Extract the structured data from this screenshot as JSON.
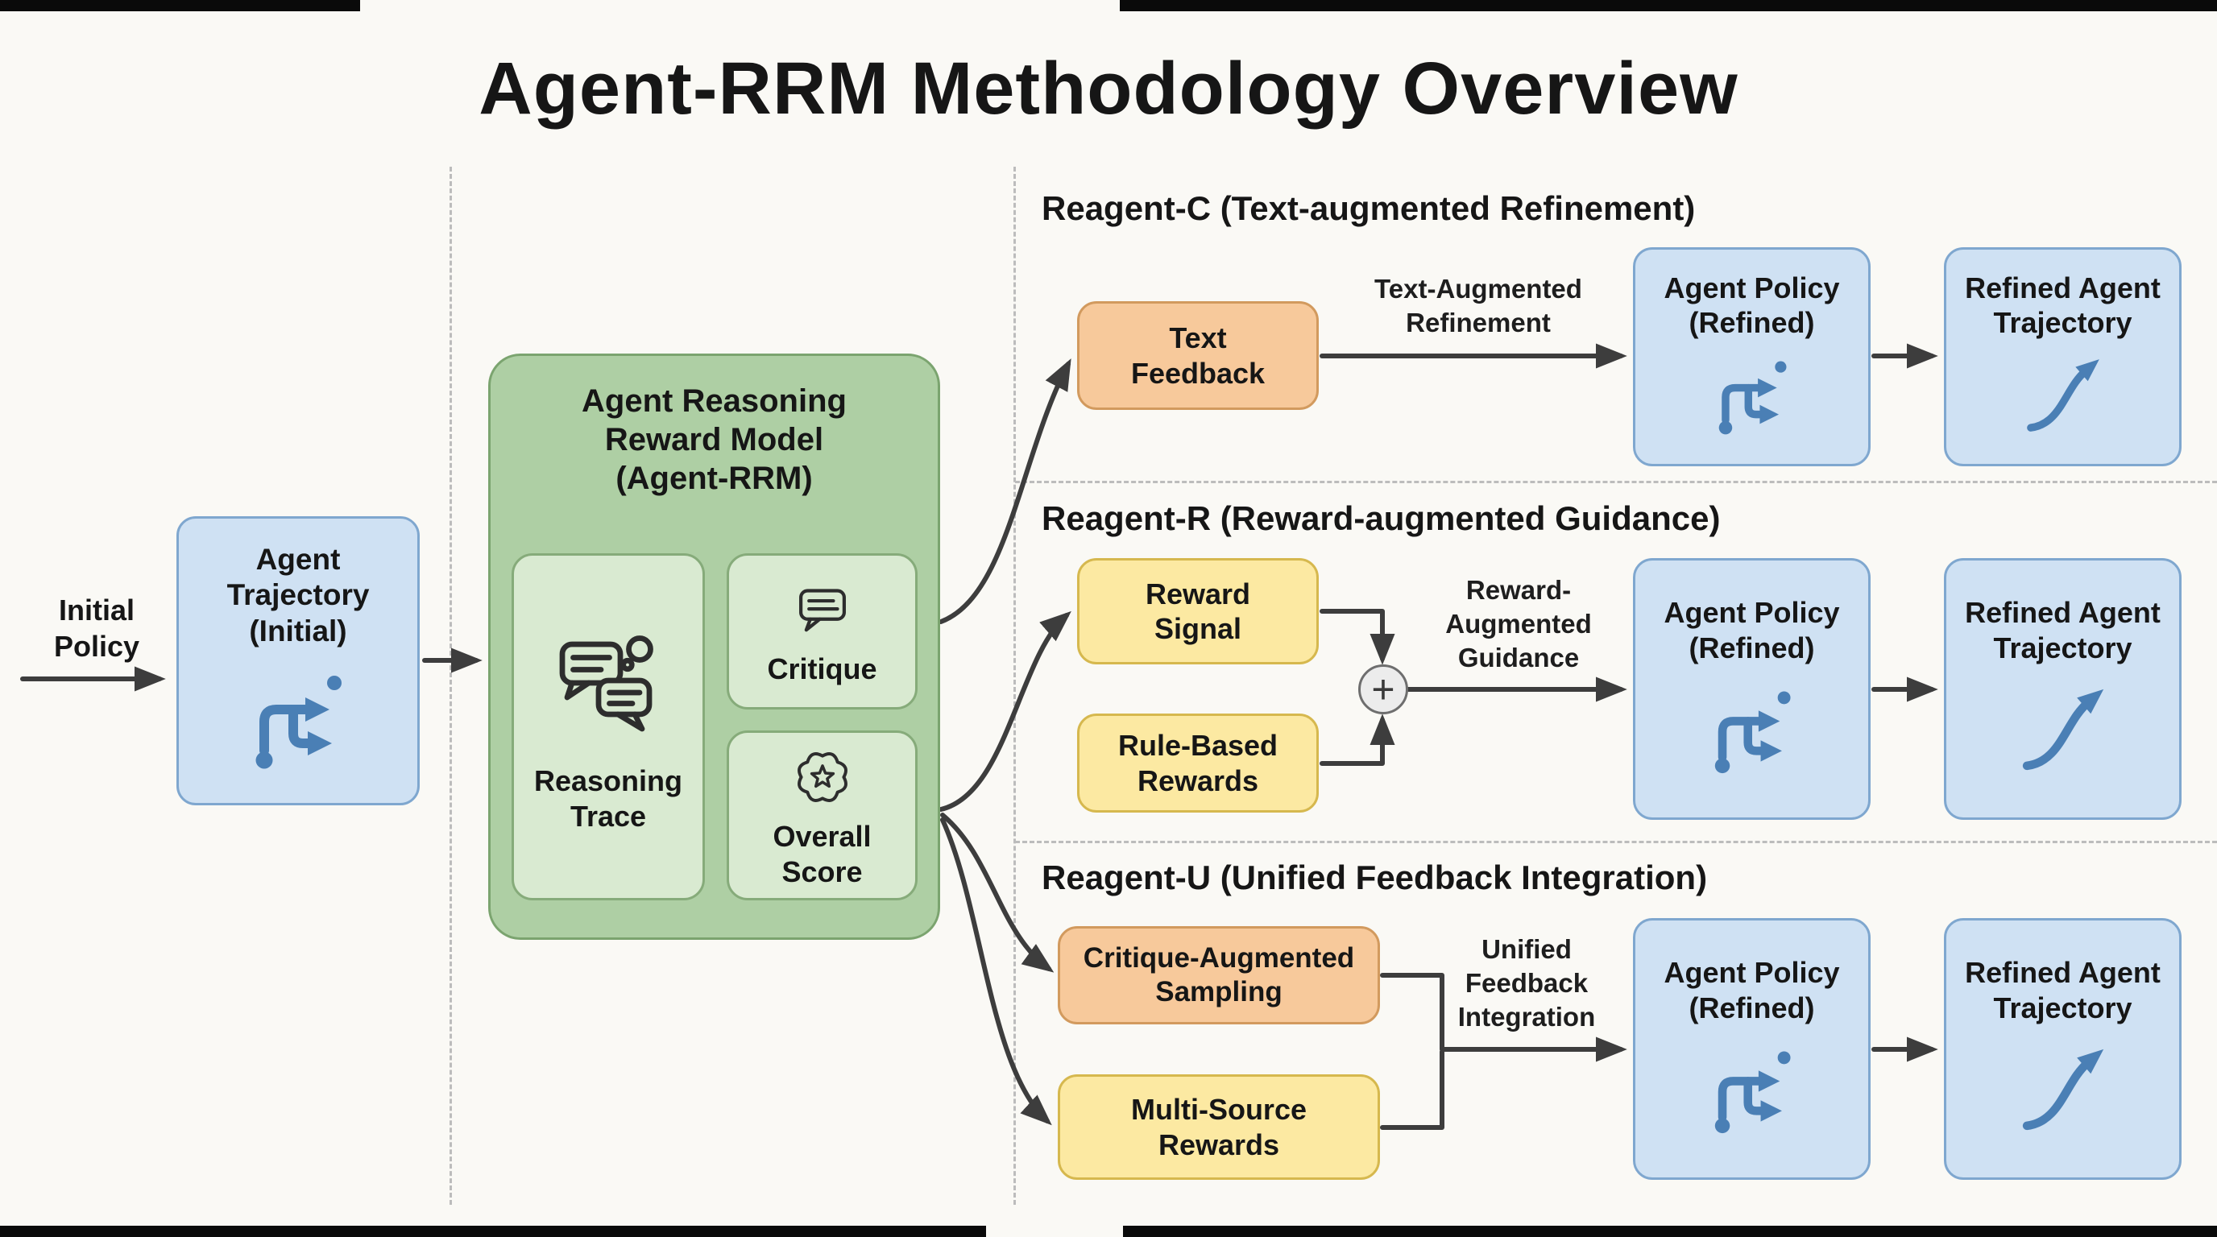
{
  "title": "Agent-RRM Methodology Overview",
  "left_flow": {
    "initial_policy": "Initial\nPolicy",
    "agent_trajectory": "Agent\nTrajectory\n(Initial)"
  },
  "rrm": {
    "title": "Agent Reasoning\nReward Model\n(Agent-RRM)",
    "reasoning_trace": "Reasoning\nTrace",
    "critique": "Critique",
    "overall_score": "Overall\nScore"
  },
  "branch_c": {
    "header": "Reagent-C (Text-augmented Refinement)",
    "source": "Text\nFeedback",
    "arrow_label": "Text-Augmented\nRefinement",
    "policy": "Agent Policy\n(Refined)",
    "trajectory": "Refined Agent\nTrajectory"
  },
  "branch_r": {
    "header": "Reagent-R (Reward-augmented Guidance)",
    "source_top": "Reward\nSignal",
    "source_bottom": "Rule-Based\nRewards",
    "combiner": "+",
    "arrow_label": "Reward-\nAugmented\nGuidance",
    "policy": "Agent Policy\n(Refined)",
    "trajectory": "Refined Agent\nTrajectory"
  },
  "branch_u": {
    "header": "Reagent-U (Unified Feedback Integration)",
    "source_top": "Critique-Augmented\nSampling",
    "source_bottom": "Multi-Source\nRewards",
    "arrow_label": "Unified\nFeedback\nIntegration",
    "policy": "Agent Policy\n(Refined)",
    "trajectory": "Refined Agent\nTrajectory"
  },
  "colors": {
    "blue_fill": "#cfe1f3",
    "blue_border": "#7fa7cf",
    "green_fill": "#aecfa4",
    "green_inner": "#d9ead1",
    "green_border": "#7ba46f",
    "orange_fill": "#f7c99b",
    "orange_border": "#d29a5e",
    "yellow_fill": "#fce9a2",
    "yellow_border": "#d6b84e",
    "arrow": "#3d3d3d",
    "icon_blue": "#4a7fb5"
  }
}
